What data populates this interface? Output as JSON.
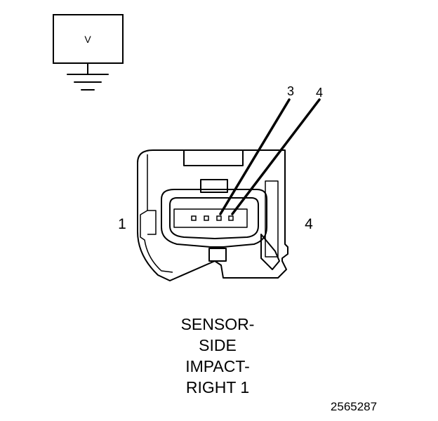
{
  "meter": {
    "label": "V"
  },
  "pins": {
    "wire_pin_a": "3",
    "wire_pin_b": "4",
    "left_label": "1",
    "right_label": "4"
  },
  "component": {
    "name_lines": [
      "SENSOR-",
      "SIDE",
      "IMPACT-",
      "RIGHT 1"
    ]
  },
  "figure_number": "2565287"
}
